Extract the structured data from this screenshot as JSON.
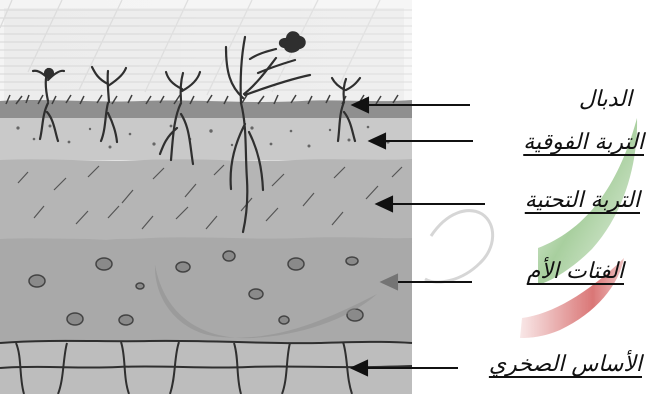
{
  "layers": {
    "humus": "الدبال",
    "topsoil": "التربة الفوقية",
    "subsoil": "التربة التحتية",
    "parent_material": "الفتات الأم",
    "bedrock": "الأساس الصخري"
  },
  "colors": {
    "pencil_dark": "#2f2f2f",
    "pencil_mid": "#6d6d6d",
    "humus_layer": "#8f8f8f",
    "topsoil_layer": "#c9c9c9",
    "subsoil_layer": "#b5b5b5",
    "parent_layer": "#a9a9a9",
    "bedrock_layer": "#bdbdbd",
    "watermark_green": "#79b56a",
    "watermark_red": "#c62d2d"
  }
}
